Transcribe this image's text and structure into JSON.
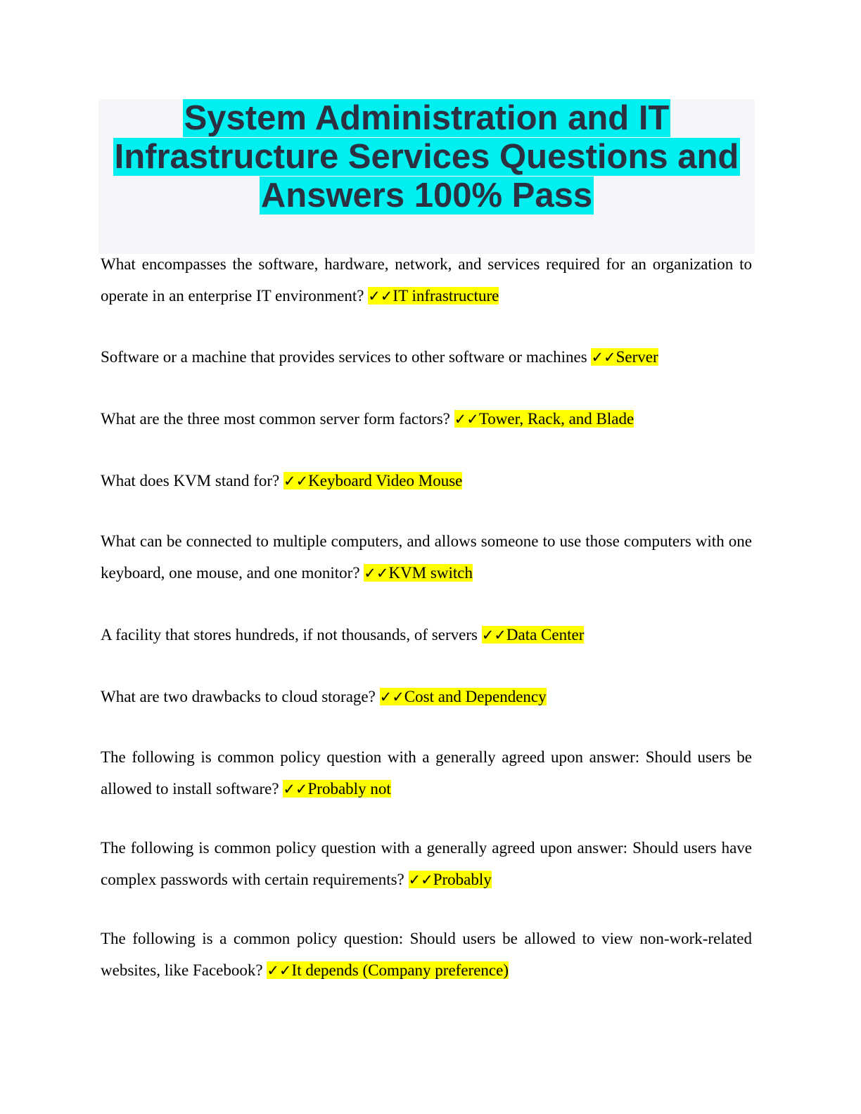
{
  "title": {
    "line1": "System Administration and IT",
    "line2": "Infrastructure Services Questions and",
    "line3": "Answers 100% Pass"
  },
  "check_mark": "✓✓",
  "colors": {
    "title_highlight": "#00f0f2",
    "answer_highlight": "#ffff00",
    "title_background": "#f5f6fa",
    "title_text": "#2b3140"
  },
  "qa": [
    {
      "question": "What encompasses the software, hardware, network, and services required for an organization to operate in an enterprise IT environment? ",
      "answer": "IT infrastructure"
    },
    {
      "question": "Software or a machine that provides services to other software or machines ",
      "answer": "Server"
    },
    {
      "question": "What are the three most common server form factors? ",
      "answer": "Tower, Rack, and Blade"
    },
    {
      "question": "What does KVM stand for? ",
      "answer": "Keyboard Video Mouse"
    },
    {
      "question": "What can be connected to multiple computers, and allows someone to use those computers with one keyboard, one mouse, and one monitor? ",
      "answer": "KVM switch"
    },
    {
      "question": "A facility that stores hundreds, if not thousands, of servers ",
      "answer": "Data Center"
    },
    {
      "question": "What are two drawbacks to cloud storage? ",
      "answer": "Cost and Dependency"
    },
    {
      "question": "The following is common policy question with a generally agreed upon answer: Should users be allowed to install software? ",
      "answer": "Probably not"
    },
    {
      "question": "The following is common policy question with a generally agreed upon answer: Should users have complex passwords with certain requirements? ",
      "answer": "Probably"
    },
    {
      "question": "The following is a common policy question: Should users be allowed to view non-work-related websites, like Facebook? ",
      "answer": "It depends (Company preference)"
    }
  ]
}
